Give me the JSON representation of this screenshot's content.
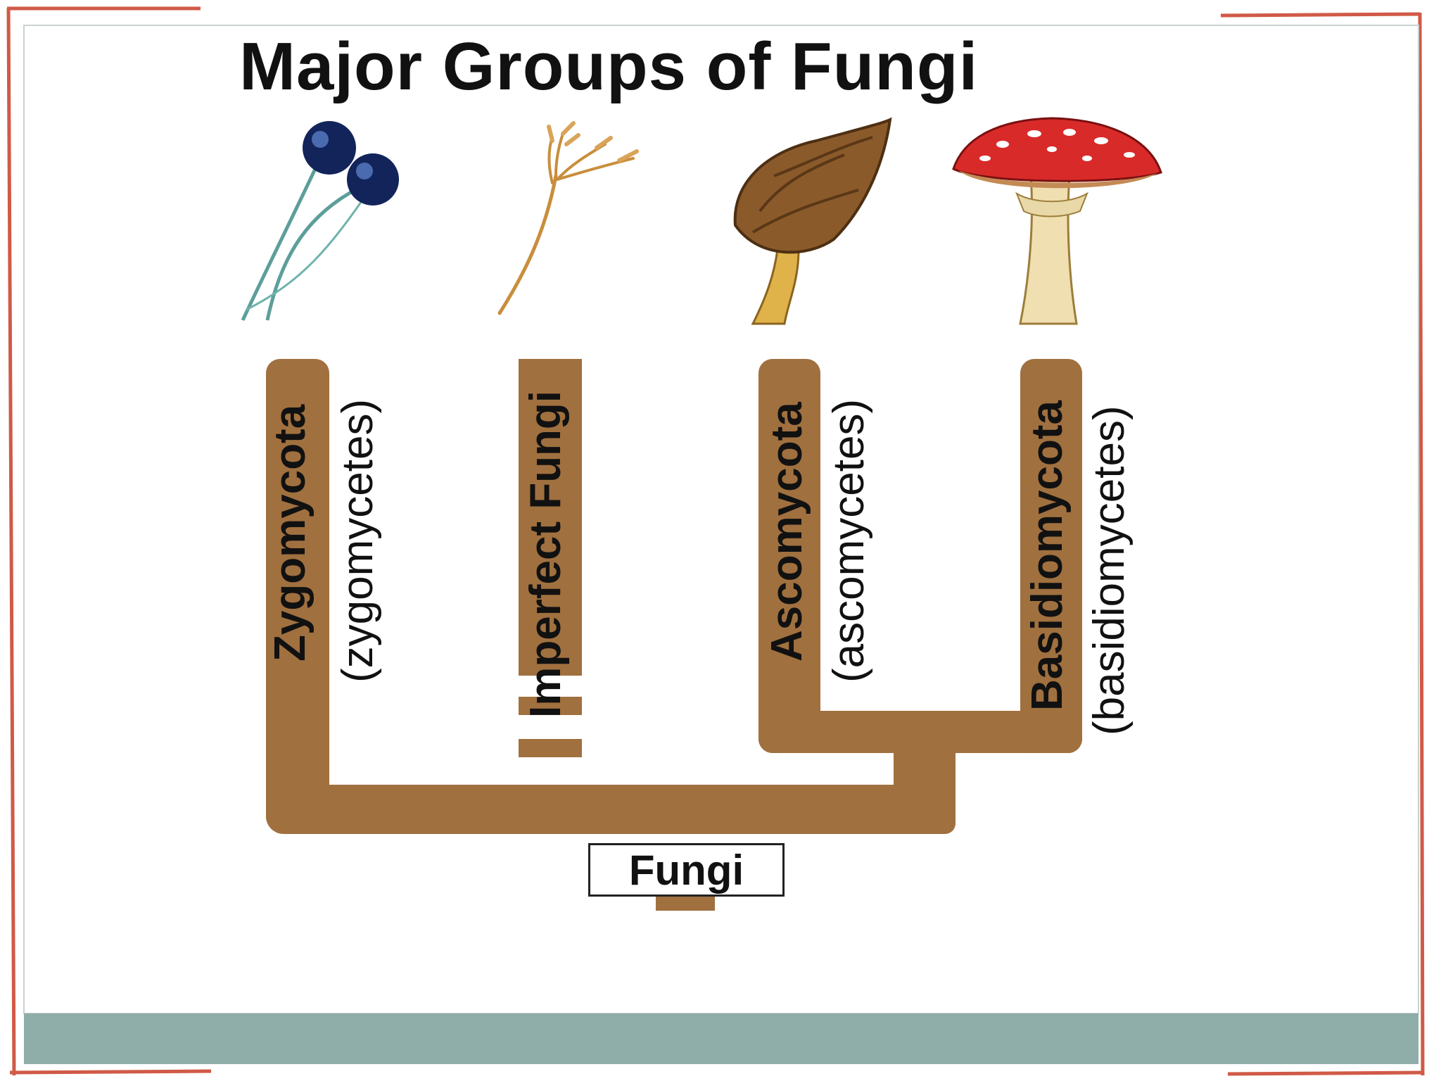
{
  "title": "Major Groups of Fungi",
  "root_label": "Fungi",
  "groups": [
    {
      "name": "Zygomycota",
      "common": "(zygomycetes)",
      "icon": "zygomycota-sporangia-icon"
    },
    {
      "name": "Imperfect Fungi",
      "common": "",
      "icon": "imperfect-fungi-conidiophore-icon"
    },
    {
      "name": "Ascomycota",
      "common": "(ascomycetes)",
      "icon": "morel-mushroom-icon"
    },
    {
      "name": "Basidiomycota",
      "common": "(basidiomycetes)",
      "icon": "fly-agaric-mushroom-icon"
    }
  ],
  "colors": {
    "branch": "#a0703f",
    "frame": "#d05a47",
    "footer": "#8fada9",
    "mushroom_cap": "#d92a2a"
  }
}
